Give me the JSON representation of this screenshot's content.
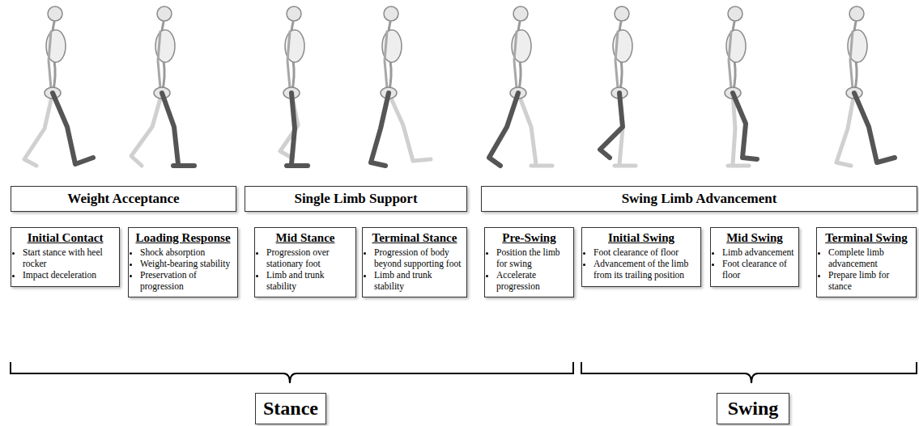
{
  "diagram": {
    "nodes": [
      {
        "text": [
          "Weight Acceptance"
        ]
      },
      {
        "text": [
          "Single Limb Support"
        ]
      },
      {
        "text": [
          "Swing Limb Advancement"
        ]
      },
      {
        "text": [
          "Initial Contact",
          "Start stance with heel rocker",
          "Impact deceleration"
        ]
      },
      {
        "text": [
          "Loading Response",
          "Shock absorption",
          "Weight-bearing stability",
          "Preservation of progression"
        ]
      },
      {
        "text": [
          "Mid Stance",
          "Progression over stationary foot",
          "Limb and trunk stability"
        ]
      },
      {
        "text": [
          "Terminal Stance",
          "Progression of body beyond supporting foot",
          "Limb and trunk stability"
        ]
      },
      {
        "text": [
          "Pre-Swing",
          "Position the limb for swing",
          "Accelerate progression"
        ]
      },
      {
        "text": [
          "Initial Swing",
          "Foot clearance of floor",
          "Advancement of the limb from its trailing position"
        ]
      },
      {
        "text": [
          "Mid Swing",
          "Limb advancement",
          "Foot clearance of floor"
        ]
      },
      {
        "text": [
          "Terminal Swing",
          "Complete limb advancement",
          "Prepare limb for stance"
        ]
      },
      {
        "text": [
          "Stance"
        ]
      },
      {
        "text": [
          "Swing"
        ]
      }
    ]
  }
}
